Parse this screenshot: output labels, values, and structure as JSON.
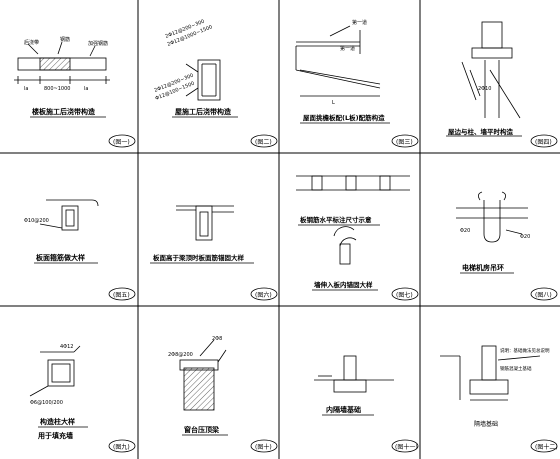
{
  "sheet": {
    "panels": [
      {
        "id": "p1",
        "caption": "楼板施工后浇带构造",
        "index": "(图一)",
        "labels": {
          "a": "后浇带",
          "b": "钢筋",
          "c": "加强钢筋",
          "d": "la",
          "e": "800~1000",
          "f": "la"
        }
      },
      {
        "id": "p2",
        "caption": "屋施工后浇带构造",
        "index": "(图二)",
        "labels": {
          "a": "2Φ12@200~300",
          "b": "2Φ12@1000~1500",
          "c": "2Φ12@200~300",
          "d": "Φ12@100~1500"
        }
      },
      {
        "id": "p3",
        "caption": "屋面挑檐板配(L板)配筋构造",
        "index": "(图三)",
        "labels": {
          "a": "第一道",
          "b": "第一道",
          "c": "L"
        }
      },
      {
        "id": "p4",
        "caption": "屋边与柱、墙平时构造",
        "index": "(图四)",
        "labels": {
          "a": "2Φ10"
        }
      },
      {
        "id": "p5",
        "caption": "板面箍筋做大样",
        "index": "(图五)",
        "labels": {
          "a": "Φ10@200"
        }
      },
      {
        "id": "p6",
        "caption": "板面高于梁顶时板面筋锚固大样",
        "index": "(图六)",
        "labels": {
          "a": ""
        }
      },
      {
        "id": "p7",
        "caption": "板钢筋水平标注尺寸示意",
        "index": "(图七)",
        "caption2": "墙伸入板内锚固大样",
        "labels": {
          "a": ""
        }
      },
      {
        "id": "p8",
        "caption": "电梯机房吊环",
        "index": "(图八)",
        "labels": {
          "a": "Φ20",
          "b": "Φ20"
        }
      },
      {
        "id": "p9",
        "caption": "构造柱大样",
        "caption2": "用于填充墙",
        "index": "(图九)",
        "labels": {
          "a": "4Φ12",
          "b": "Φ6@100/200"
        }
      },
      {
        "id": "p10",
        "caption": "窗台压顶梁",
        "index": "(图十)",
        "labels": {
          "a": "2Φ8@200",
          "b": "2Φ8"
        }
      },
      {
        "id": "p11",
        "caption": "内隔墙基础",
        "index": "(图十一)",
        "labels": {
          "a": ""
        }
      },
      {
        "id": "p12",
        "caption": "隔墙基础",
        "index": "(图十二)",
        "labels": {
          "a": "说明：基础做法见总说明",
          "b": "钢筋混凝土基础"
        }
      }
    ]
  }
}
